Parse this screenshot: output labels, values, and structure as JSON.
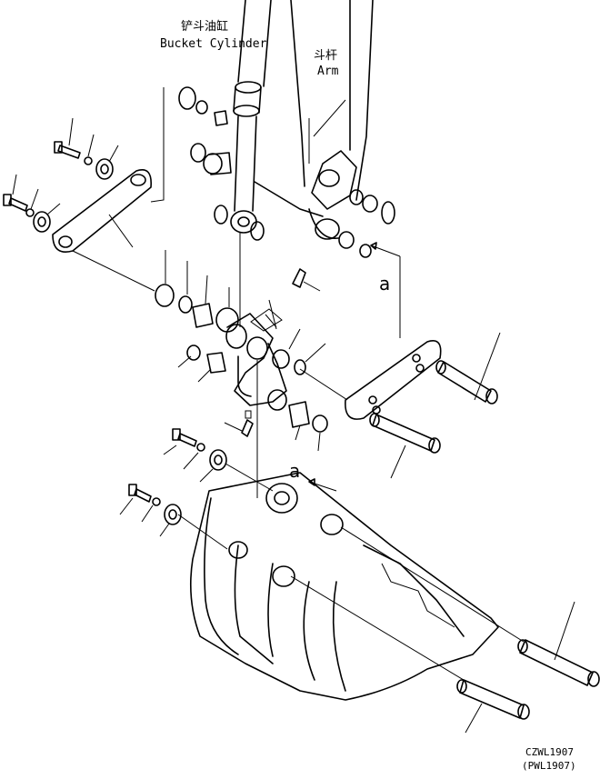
{
  "labels": {
    "bucket_cylinder_cn": "铲斗油缸",
    "bucket_cylinder_en": "Bucket Cylinder",
    "arm_cn": "斗杆",
    "arm_en": "Arm",
    "view_ref_a": "a",
    "view_ref_a2": "a"
  },
  "codes": {
    "drawing_code": "CZWL1907",
    "drawing_code_alt": "(PWL1907)"
  }
}
